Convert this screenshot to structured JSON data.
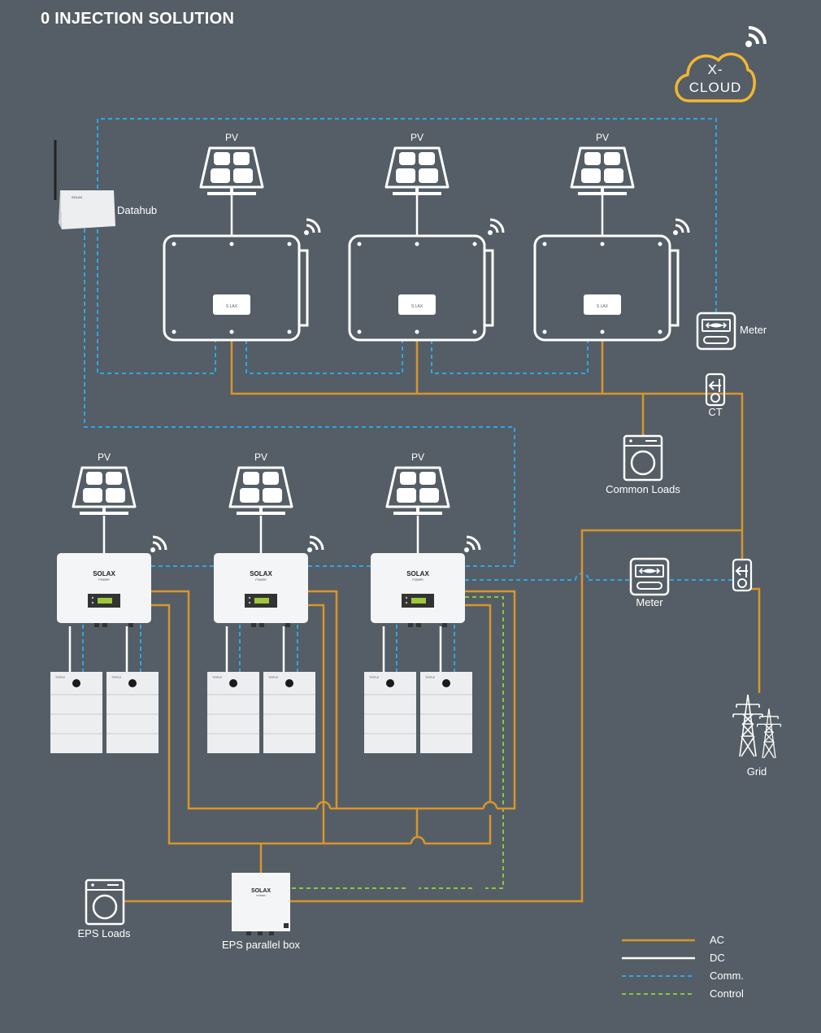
{
  "title": "0 INJECTION SOLUTION",
  "cloud": {
    "line1": "X-",
    "line2": "CLOUD"
  },
  "labels": {
    "datahub": "Datahub",
    "pv": "PV",
    "meter": "Meter",
    "ct": "CT",
    "common_loads": "Common Loads",
    "eps_loads": "EPS Loads",
    "eps_parallel_box": "EPS parallel box",
    "grid": "Grid",
    "brand": "SOLAX",
    "brand_sub": "POWER",
    "battery_brand": "TRIPLE"
  },
  "legend": [
    {
      "label": "AC",
      "color": "#d9952a",
      "style": "solid"
    },
    {
      "label": "DC",
      "color": "#ffffff",
      "style": "solid"
    },
    {
      "label": "Comm.",
      "color": "#2ba8e6",
      "style": "dashed"
    },
    {
      "label": "Control",
      "color": "#8cc63f",
      "style": "dashed"
    }
  ],
  "colors": {
    "background": "#555e66",
    "ac": "#d9952a",
    "dc": "#ffffff",
    "comm": "#2ba8e6",
    "control": "#8cc63f",
    "cloud": "#f2b631"
  }
}
